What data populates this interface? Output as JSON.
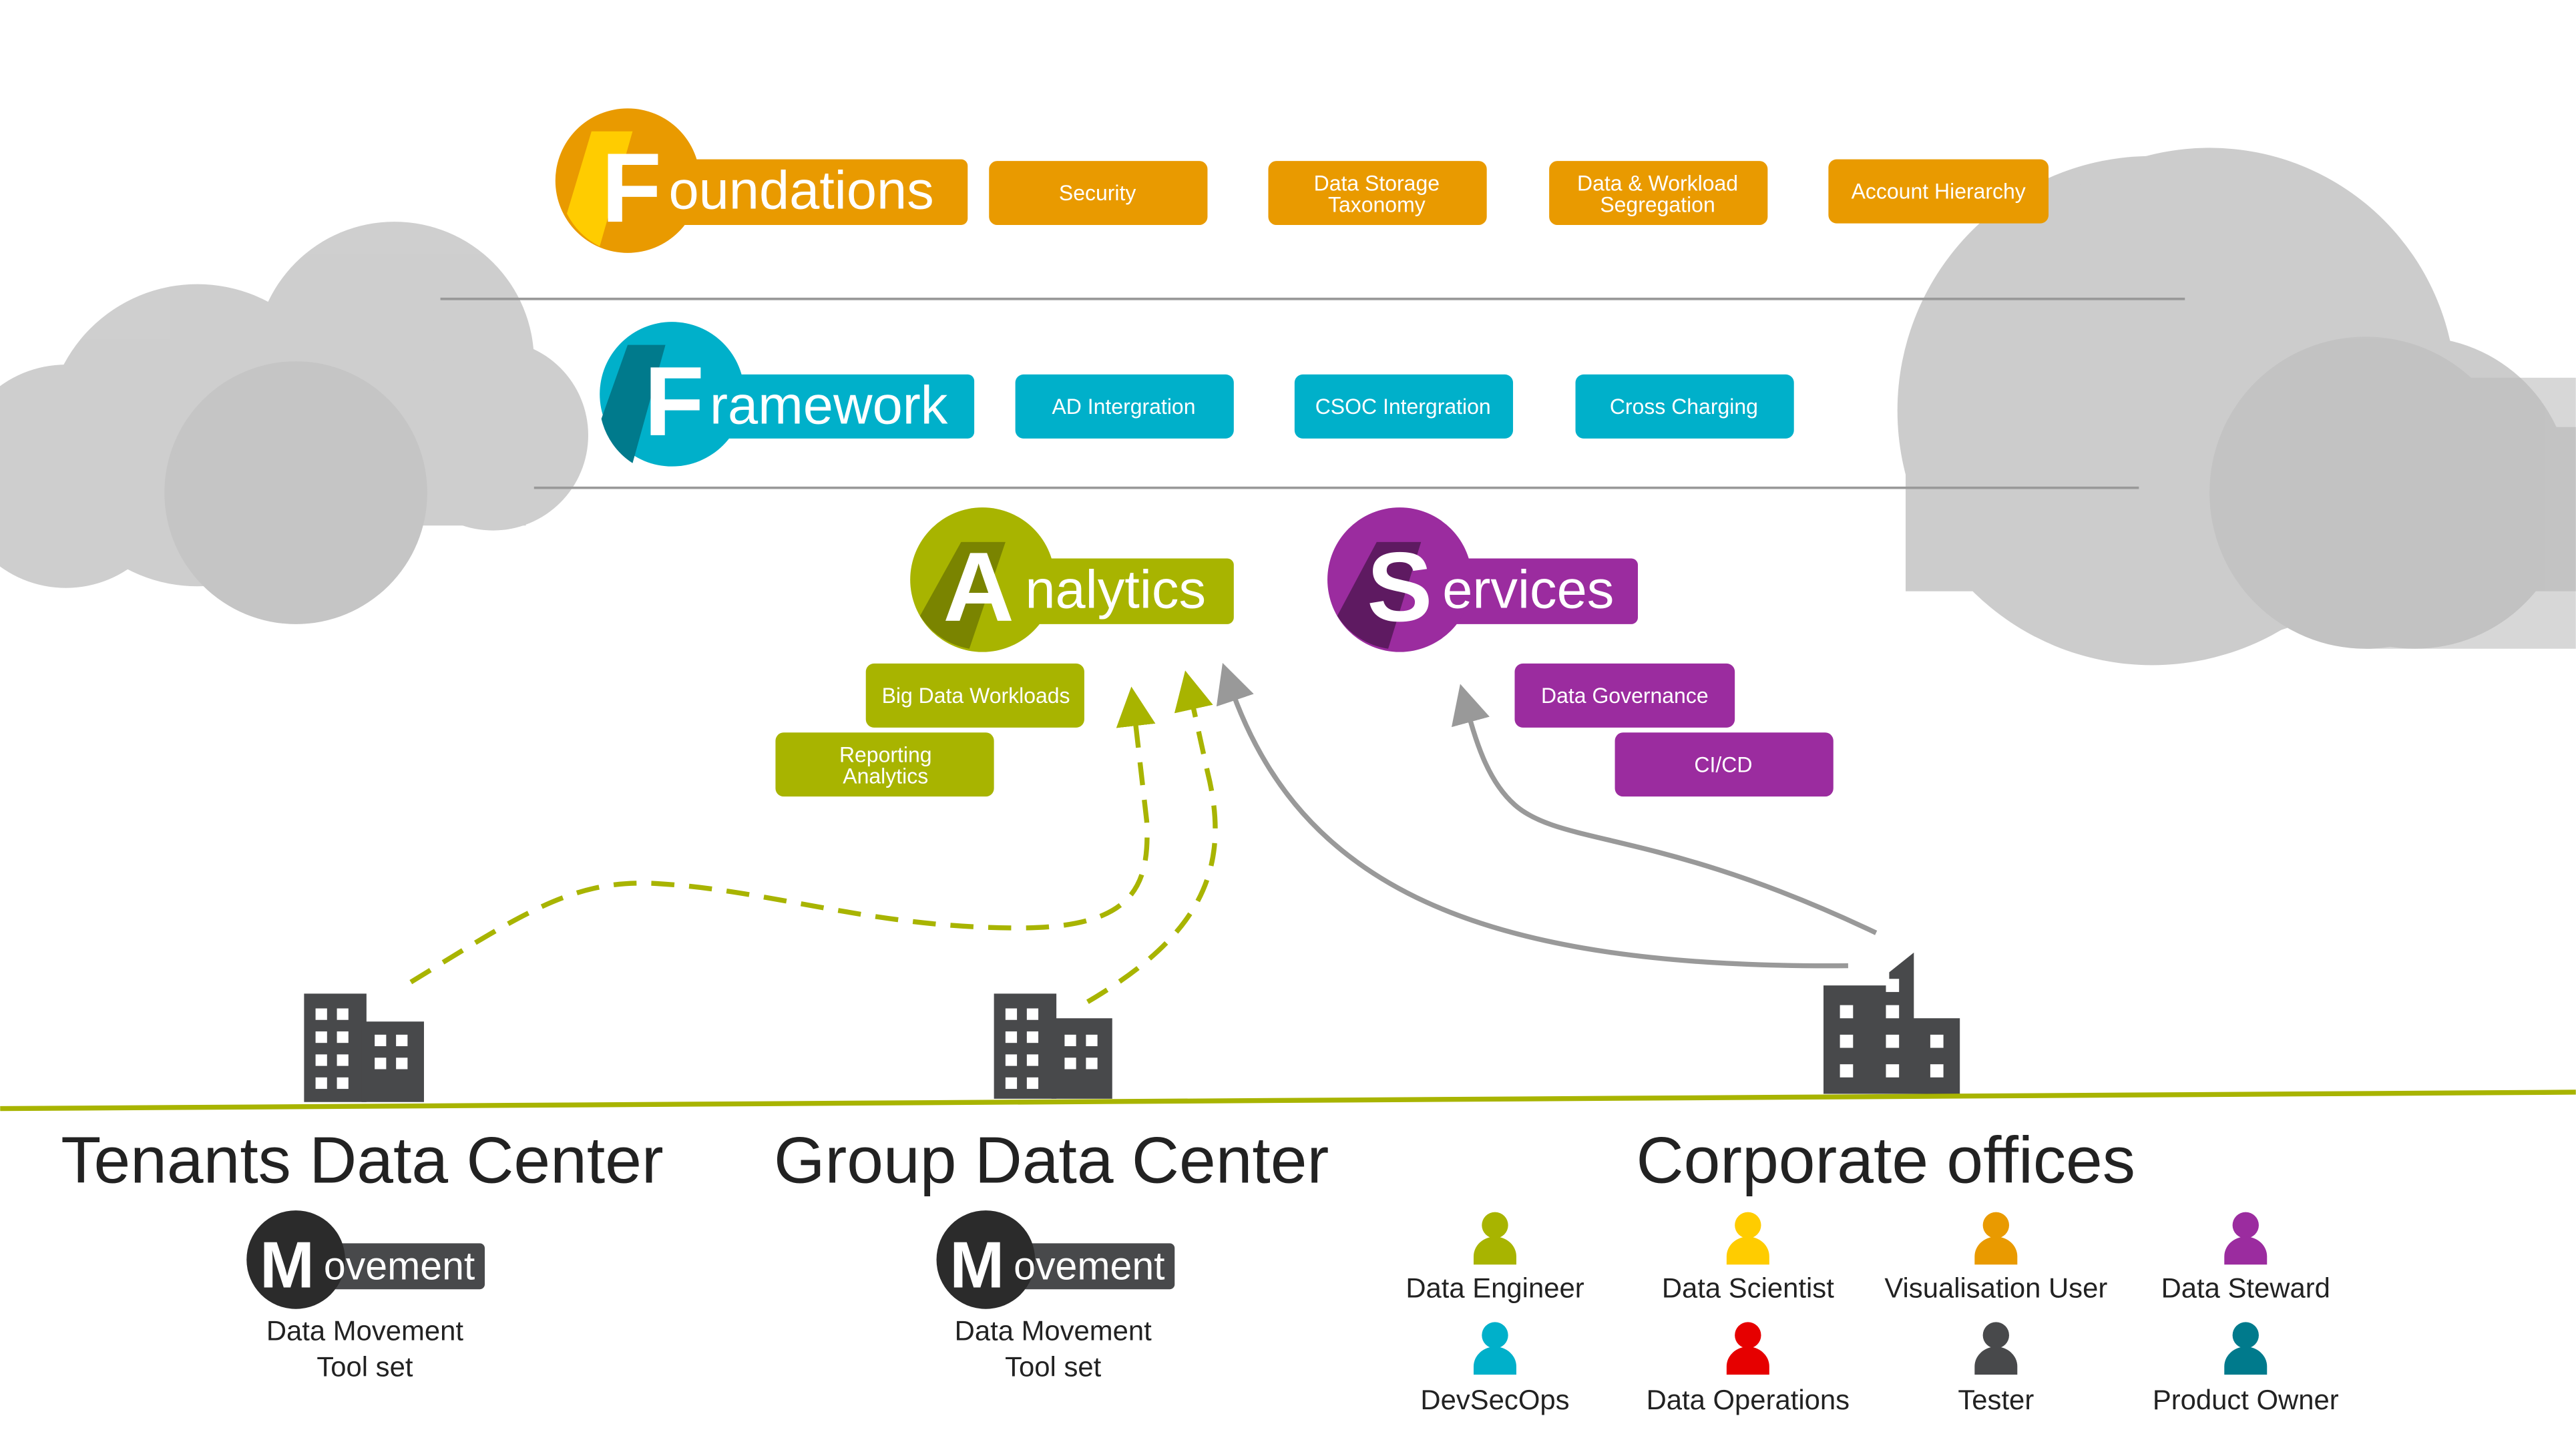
{
  "colors": {
    "orange": "#E99A00",
    "yellow": "#FFCC00",
    "cyan": "#00B0CA",
    "teal": "#007A8C",
    "green": "#A8B400",
    "purple": "#9B2C9F",
    "red": "#E60000",
    "dark": "#48494B",
    "cloud": "#CCCCCC"
  },
  "foundations": {
    "initial": "F",
    "rest": "oundations",
    "items": [
      [
        "Security"
      ],
      [
        "Data Storage",
        "Taxonomy"
      ],
      [
        "Data & Workload",
        "Segregation"
      ],
      [
        "Account Hierarchy"
      ]
    ]
  },
  "framework": {
    "initial": "F",
    "rest": "ramework",
    "items": [
      "AD Intergration",
      "CSOC Intergration",
      "Cross Charging"
    ]
  },
  "analytics": {
    "initial": "A",
    "rest": "nalytics",
    "items": [
      [
        "Big Data Workloads"
      ],
      [
        "Reporting",
        "Analytics"
      ]
    ]
  },
  "services": {
    "initial": "S",
    "rest": "ervices",
    "items": [
      "Data Governance",
      "CI/CD"
    ]
  },
  "locations": [
    {
      "title": "Tenants Data Center",
      "badge_initial": "M",
      "badge_rest": "ovement",
      "caption": [
        "Data Movement",
        "Tool set"
      ]
    },
    {
      "title": "Group Data Center",
      "badge_initial": "M",
      "badge_rest": "ovement",
      "caption": [
        "Data Movement",
        "Tool set"
      ]
    },
    {
      "title": "Corporate offices"
    }
  ],
  "roles": [
    {
      "label": "Data Engineer",
      "color": "#A8B400",
      "icon": "person-icon"
    },
    {
      "label": "Data Scientist",
      "color": "#FFCC00",
      "icon": "person-icon"
    },
    {
      "label": "Visualisation User",
      "color": "#E99A00",
      "icon": "person-icon"
    },
    {
      "label": "Data Steward",
      "color": "#9B2C9F",
      "icon": "person-icon"
    },
    {
      "label": "DevSecOps",
      "color": "#00B0CA",
      "icon": "person-icon"
    },
    {
      "label": "Data Operations",
      "color": "#E60000",
      "icon": "person-icon"
    },
    {
      "label": "Tester",
      "color": "#48494B",
      "icon": "person-icon"
    },
    {
      "label": "Product Owner",
      "color": "#007A8C",
      "icon": "person-icon"
    }
  ]
}
